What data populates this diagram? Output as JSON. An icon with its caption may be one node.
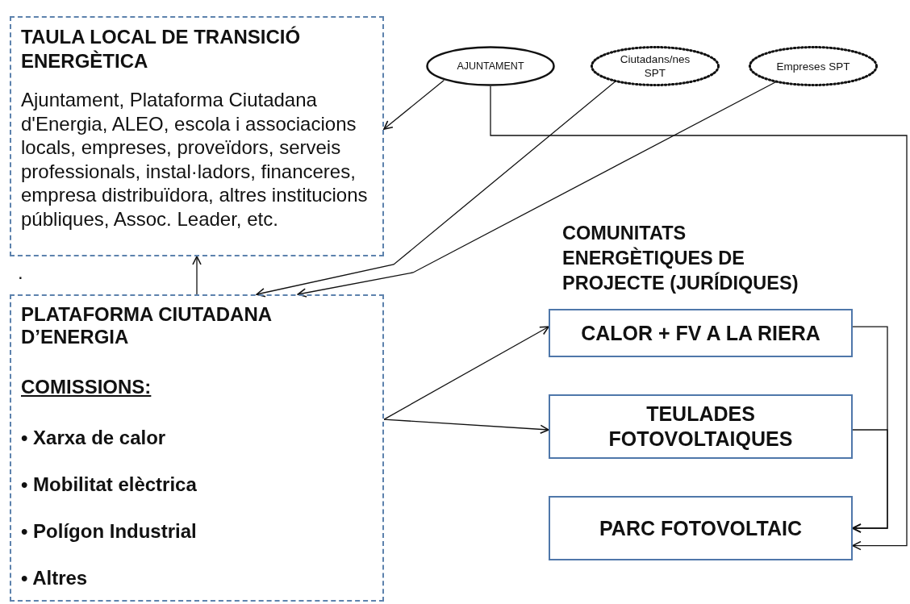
{
  "diagram": {
    "nodes": [
      {
        "text": [
          "TAULA LOCAL DE TRANSICIÓ ENERGÈTICA",
          "Ajuntament, Plataforma Ciutadana d'Energia, ALEO, escola i associacions locals, empreses, proveïdors, serveis professionals, instal·ladors, financeres, empresa distribuïdora, altres institucions públiques, Assoc. Leader, etc."
        ]
      },
      {
        "text": [
          "AJUNTAMENT"
        ]
      },
      {
        "text": [
          "Ciutadans/nes SPT"
        ]
      },
      {
        "text": [
          "Empreses SPT"
        ]
      },
      {
        "text": [
          "PLATAFORMA CIUTADANA D’ENERGIA",
          "COMISSIONS:",
          "• Xarxa de calor",
          "• Mobilitat elèctrica",
          "• Polígon Industrial",
          "• Altres"
        ]
      },
      {
        "text": [
          "CALOR + FV A LA RIERA"
        ]
      },
      {
        "text": [
          "TEULADES FOTOVOLTAIQUES"
        ]
      },
      {
        "text": [
          "PARC FOTOVOLTAIC"
        ]
      }
    ],
    "edges": [
      {
        "from": 1,
        "to": 0,
        "arrow": "to"
      },
      {
        "from": 2,
        "to": 4,
        "arrow": "to"
      },
      {
        "from": 3,
        "to": 4,
        "arrow": "to"
      },
      {
        "from": 4,
        "to": 0,
        "arrow": "to"
      },
      {
        "from": 4,
        "to": 5,
        "arrow": "to"
      },
      {
        "from": 4,
        "to": 6,
        "arrow": "to"
      },
      {
        "from": 5,
        "to": 7,
        "arrow": "to"
      },
      {
        "from": 6,
        "to": 7,
        "arrow": "to"
      },
      {
        "from": 1,
        "to": 7,
        "arrow": "to"
      }
    ],
    "labels": [
      ".",
      "COMUNITATS ENERGÈTIQUES DE PROJECTE (JURÍDIQUES)"
    ]
  }
}
